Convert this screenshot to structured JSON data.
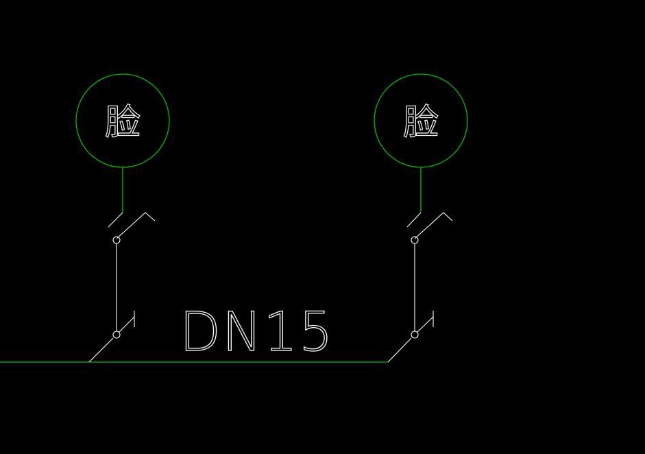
{
  "diagram": {
    "background_color": "#000000",
    "pipe_color": "#00c000",
    "fitting_color": "#ffffff",
    "text_color": "#ffffff",
    "fixtures": [
      {
        "label": "脸"
      },
      {
        "label": "脸"
      }
    ],
    "pipe_label": "DN15"
  }
}
